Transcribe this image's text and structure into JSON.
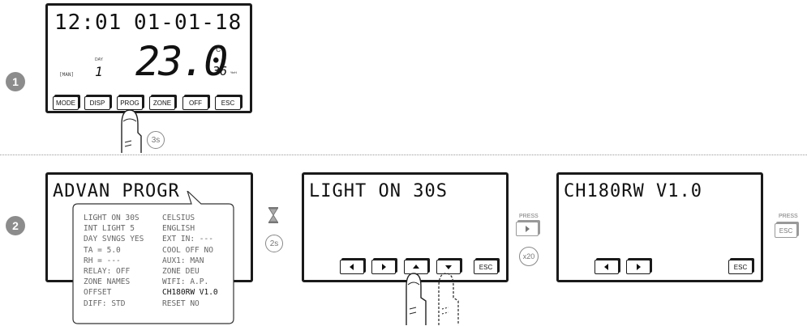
{
  "steps": [
    "1",
    "2"
  ],
  "screen1": {
    "time": "12:01",
    "date": "01-01-18",
    "mode_tag": "[MAN]",
    "day_label": "DAY",
    "day_value": "1",
    "temperature": "23.0",
    "unit": "°C",
    "humidity": "36",
    "humidity_unit": "%rH",
    "buttons": [
      "MODE",
      "DISP",
      "PROG",
      "ZONE",
      "OFF",
      "ESC"
    ],
    "hold_time": "3s"
  },
  "screen2": {
    "title": "ADVAN PROGR",
    "menu_left": [
      "LIGHT ON 30S",
      "INT LIGHT 5",
      "DAY SVNGS YES",
      "TA = 5.0",
      "RH = ---",
      "RELAY: OFF",
      "ZONE NAMES",
      "OFFSET",
      "DIFF: STD"
    ],
    "menu_right": [
      "CELSIUS",
      "ENGLISH",
      "EXT IN: ---",
      "COOL OFF NO",
      "AUX1: MAN",
      "ZONE DEU",
      "WIFI: A.P.",
      "CH180RW V1.0",
      "RESET NO"
    ],
    "wait_time": "2s"
  },
  "screen3": {
    "text": "LIGHT ON 30S",
    "buttons": [
      "left-arrow",
      "right-arrow",
      "up-arrow",
      "down-arrow",
      "ESC"
    ],
    "press_label": "PRESS",
    "repeat": "x20"
  },
  "screen4": {
    "text": "CH180RW V1.0",
    "buttons": [
      "left-arrow",
      "right-arrow",
      "ESC"
    ],
    "press_label": "PRESS",
    "esc_label": "ESC"
  }
}
